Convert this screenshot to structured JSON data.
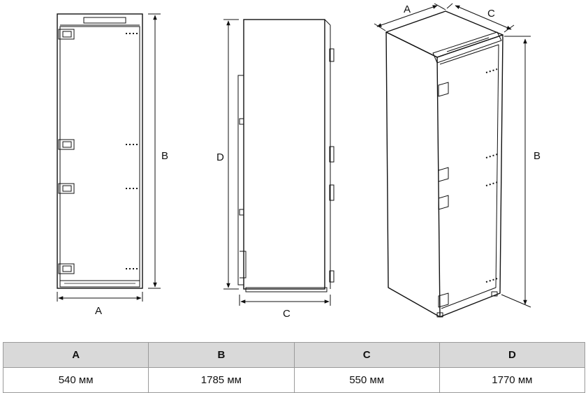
{
  "drawing": {
    "front_view": {
      "width_label": "A",
      "height_label": "B"
    },
    "side_view": {
      "height_label": "D",
      "depth_label": "C"
    },
    "iso_view": {
      "width_label": "A",
      "depth_label": "C",
      "height_label": "B"
    }
  },
  "table": {
    "headers": [
      "A",
      "B",
      "C",
      "D"
    ],
    "values": [
      "540 мм",
      "1785 мм",
      "550 мм",
      "1770 мм"
    ]
  }
}
